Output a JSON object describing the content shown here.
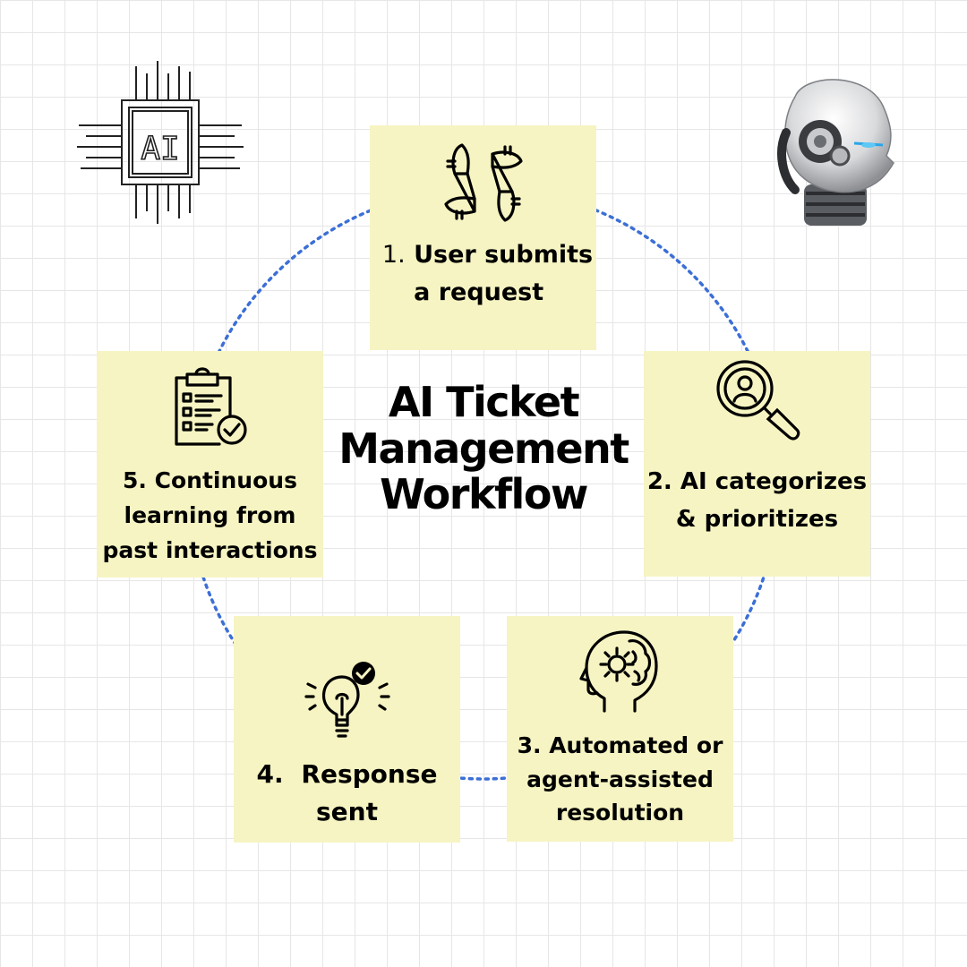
{
  "title": "AI Ticket Management Workflow",
  "colors": {
    "card": "#f6f4c2",
    "ring": "#3b6fd6",
    "text": "#000000",
    "grid": "#e6e6e6"
  },
  "chip_icon": {
    "text": "AI"
  },
  "steps": [
    {
      "number": "1.",
      "label": "User submits a request",
      "icon": "teamwork-hands-icon"
    },
    {
      "number": "2.",
      "label": "AI categorizes & prioritizes",
      "icon": "user-search-icon"
    },
    {
      "number": "3.",
      "label": "Automated or agent-assisted resolution",
      "icon": "brain-gear-icon"
    },
    {
      "number": "4.",
      "label": "Response sent",
      "icon": "lightbulb-check-icon"
    },
    {
      "number": "5.",
      "label": "Continuous learning from past interactions",
      "icon": "clipboard-check-icon"
    }
  ]
}
